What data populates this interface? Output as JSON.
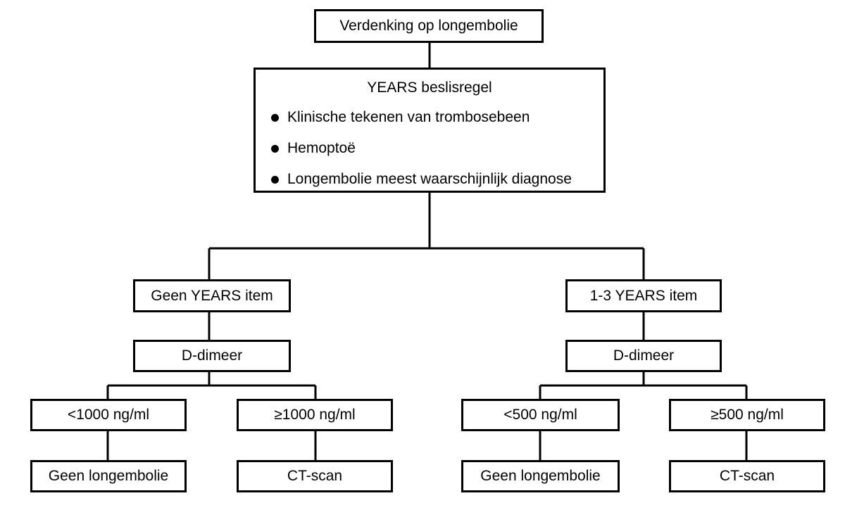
{
  "root": {
    "label": "Verdenking op longembolie"
  },
  "years_rule": {
    "title": "YEARS beslisregel",
    "items": [
      "Klinische tekenen van trombosebeen",
      "Hemoptoë",
      "Longembolie meest waarschijnlijk diagnose"
    ]
  },
  "left_branch": {
    "label": "Geen YEARS item",
    "test": "D-dimeer",
    "low": {
      "label": "<1000 ng/ml",
      "outcome": "Geen longembolie"
    },
    "high": {
      "label": "≥1000 ng/ml",
      "outcome": "CT-scan"
    }
  },
  "right_branch": {
    "label": "1-3 YEARS item",
    "test": "D-dimeer",
    "low": {
      "label": "<500 ng/ml",
      "outcome": "Geen longembolie"
    },
    "high": {
      "label": "≥500 ng/ml",
      "outcome": "CT-scan"
    }
  },
  "colors": {
    "line": "#000000",
    "background": "#ffffff"
  }
}
